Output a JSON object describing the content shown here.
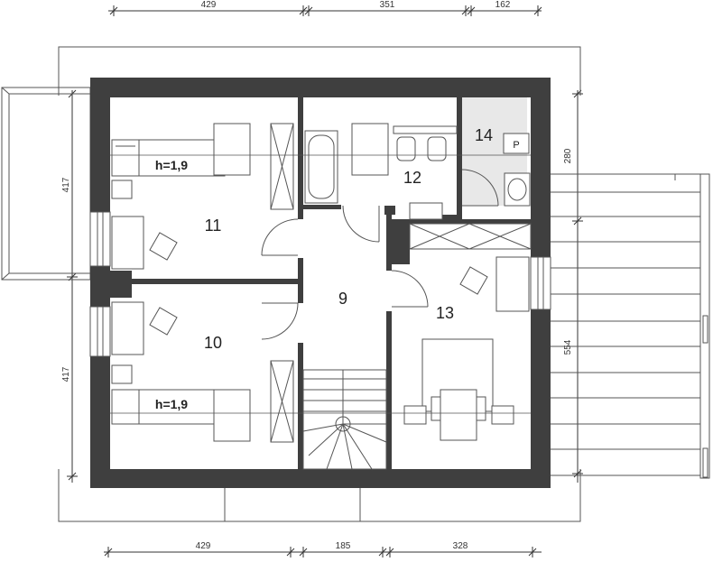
{
  "dimensions": {
    "top": [
      "429",
      "351",
      "162"
    ],
    "bottom": [
      "429",
      "185",
      "328"
    ],
    "left": [
      "417",
      "417"
    ],
    "right_upper": "280",
    "right_lower": "554"
  },
  "rooms": {
    "r11": "11",
    "r12": "12",
    "r14": "14",
    "r9": "9",
    "r13": "13",
    "r10": "10"
  },
  "annotations": {
    "height_upper": "h=1,9",
    "height_lower": "h=1,9",
    "boiler": "P"
  },
  "colors": {
    "wall": "#3f3f3f",
    "line": "#555555",
    "tile": "#e6e6e6"
  }
}
